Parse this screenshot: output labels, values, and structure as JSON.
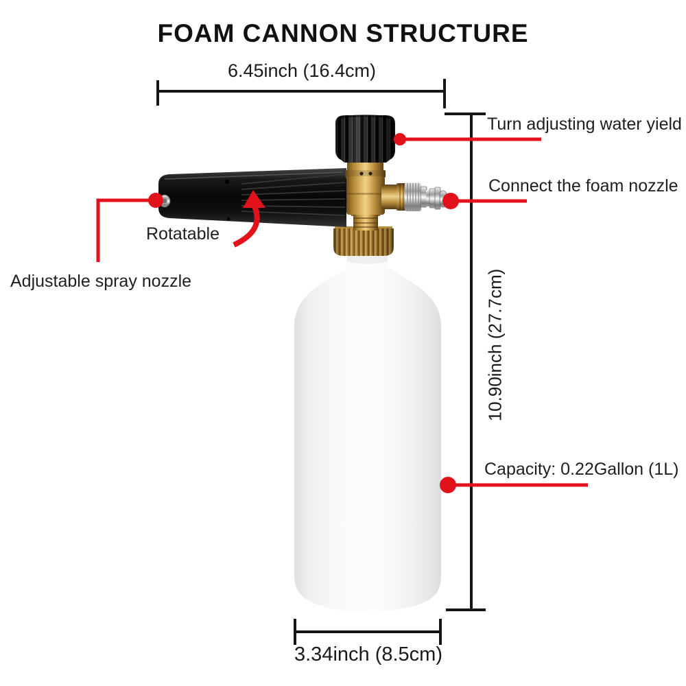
{
  "title": "FOAM CANNON STRUCTURE",
  "dimensions": {
    "width": "6.45inch (16.4cm)",
    "height": "10.90inch (27.7cm)",
    "bottle_width": "3.34inch (8.5cm)"
  },
  "labels": {
    "turn_adjust": "Turn adjusting water yield",
    "connect_nozzle": "Connect the foam nozzle",
    "rotatable": "Rotatable",
    "spray_nozzle": "Adjustable spray nozzle",
    "capacity": "Capacity: 0.22Gallon (1L)"
  },
  "colors": {
    "accent_red": "#e2121b",
    "line_black": "#161616"
  }
}
